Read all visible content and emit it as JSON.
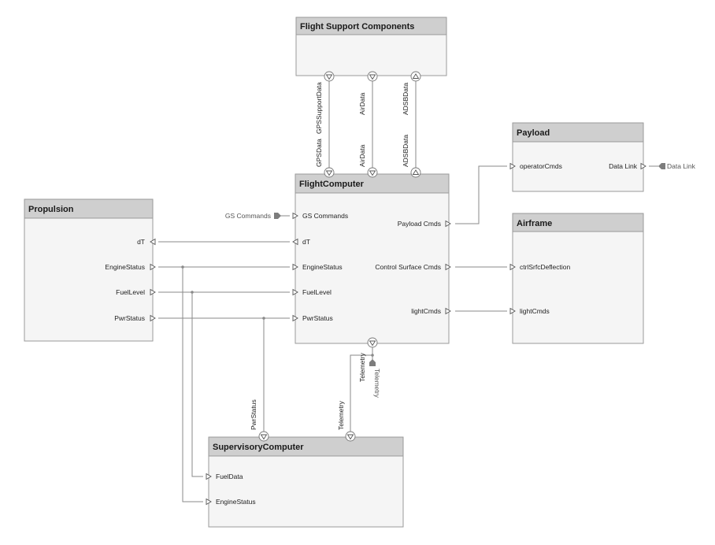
{
  "blocks": {
    "flight_support": {
      "title": "Flight Support Components"
    },
    "payload": {
      "title": "Payload",
      "ports": {
        "operator_cmds": "operatorCmds",
        "data_link": "Data Link"
      }
    },
    "flight_computer": {
      "title": "FlightComputer",
      "ports": {
        "gs_commands": "GS Commands",
        "dT": "dT",
        "engine_status": "EngineStatus",
        "fuel_level": "FuelLevel",
        "pwr_status": "PwrStatus",
        "payload_cmds": "Payload Cmds",
        "control_surface_cmds": "Control Surface Cmds",
        "light_cmds": "lightCmds"
      }
    },
    "propulsion": {
      "title": "Propulsion",
      "ports": {
        "dT": "dT",
        "engine_status": "EngineStatus",
        "fuel_level": "FuelLevel",
        "pwr_status": "PwrStatus"
      }
    },
    "airframe": {
      "title": "Airframe",
      "ports": {
        "ctrl_srfc_deflection": "ctrlSrfcDeflection",
        "light_cmds": "lightCmds"
      }
    },
    "supervisory": {
      "title": "SupervisoryComputer",
      "ports": {
        "fuel_data": "FuelData",
        "engine_status": "EngineStatus"
      }
    }
  },
  "wire_labels": {
    "gps_support_data": "GPSSupportData",
    "air_data": "AirData",
    "adsb_data": "ADSBData",
    "gps_data": "GPSData",
    "telemetry": "Telemetry",
    "pwr_status": "PwrStatus"
  },
  "external_ports": {
    "gs_commands": "GS Commands",
    "data_link": "Data Link",
    "telemetry": "Telemetry"
  }
}
